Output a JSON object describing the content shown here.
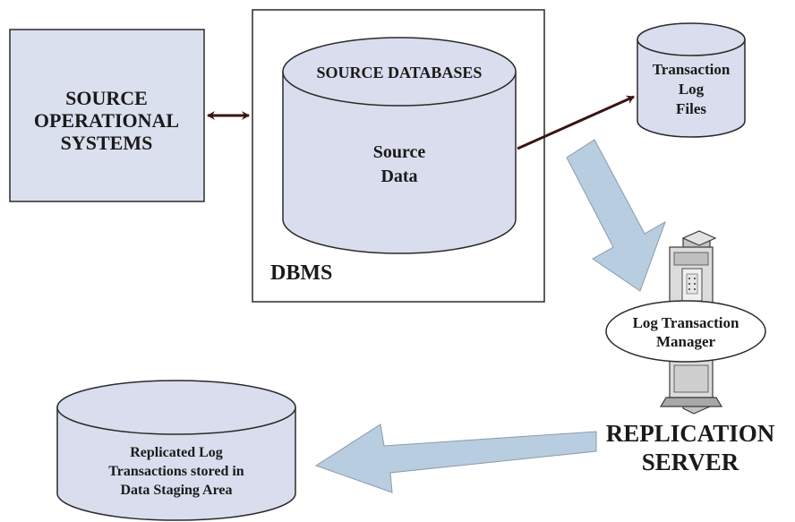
{
  "source_operational_systems": {
    "line1": "SOURCE",
    "line2": "OPERATIONAL",
    "line3": "SYSTEMS"
  },
  "dbms": {
    "label": "DBMS",
    "source_databases": {
      "title": "SOURCE DATABASES",
      "body_line1": "Source",
      "body_line2": "Data"
    }
  },
  "transaction_log_files": {
    "line1": "Transaction",
    "line2": "Log",
    "line3": "Files"
  },
  "replication_server": {
    "manager_line1": "Log Transaction",
    "manager_line2": "Manager",
    "label_line1": "REPLICATION",
    "label_line2": "SERVER"
  },
  "staging_area": {
    "line1": "Replicated Log",
    "line2": "Transactions stored in",
    "line3": "Data Staging Area"
  },
  "colors": {
    "box_fill": "#dbe0ef",
    "cylinder_fill": "#d9dded",
    "big_arrow_fill": "#b9cde0",
    "connector": "#3a1414"
  },
  "icons": {
    "server": "server-tower-icon"
  }
}
